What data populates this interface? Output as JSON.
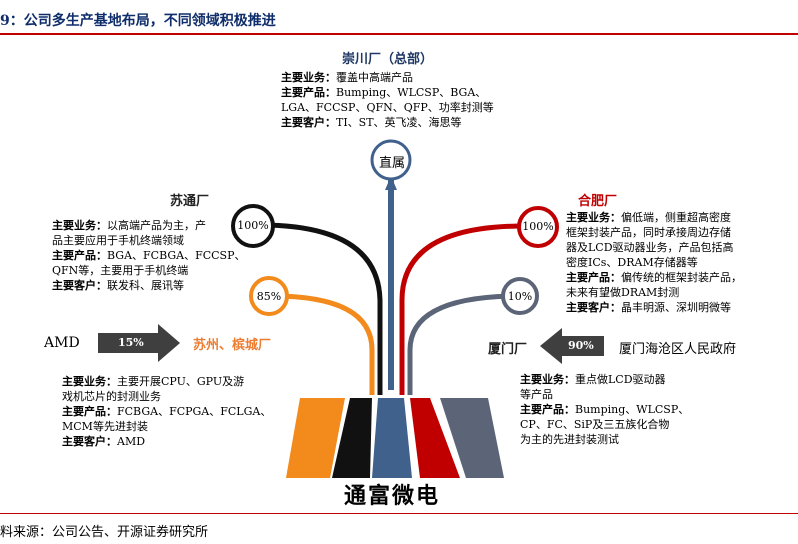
{
  "title": "9：公司多生产基地布局，不同领域积极推进",
  "source": "料来源：公司公告、开源证券研究所",
  "company": "通富微电",
  "direct_label": "直属",
  "plants": {
    "chongchuan": {
      "name": "崇川厂（总部）",
      "lines": [
        {
          "k": "主要业务：",
          "v": "覆盖中高端产品"
        },
        {
          "k": "主要产品：",
          "v": "Bumping、WLCSP、BGA、"
        },
        {
          "k": "",
          "v": "LGA、FCCSP、QFN、QFP、功率封测等"
        },
        {
          "k": "主要客户：",
          "v": "TI、ST、英飞凌、海思等"
        }
      ]
    },
    "sutong": {
      "name": "苏通厂",
      "pct": "100%",
      "lines": [
        {
          "k": "主要业务：",
          "v": "以高端产品为主，产"
        },
        {
          "k": "",
          "v": "品主要应用于手机终端领域"
        },
        {
          "k": "主要产品：",
          "v": "BGA、FCBGA、FCCSP、"
        },
        {
          "k": "",
          "v": "QFN等，主要用于手机终端"
        },
        {
          "k": "主要客户：",
          "v": "联发科、展讯等"
        }
      ]
    },
    "hefei": {
      "name": "合肥厂",
      "pct": "100%",
      "lines": [
        {
          "k": "主要业务：",
          "v": "偏低端，侧重超高密度"
        },
        {
          "k": "",
          "v": "框架封装产品，同时承接周边存储"
        },
        {
          "k": "",
          "v": "器及LCD驱动器业务，产品包括高"
        },
        {
          "k": "",
          "v": "密度ICs、DRAM存储器等"
        },
        {
          "k": "主要产品：",
          "v": "偏传统的框架封装产品，"
        },
        {
          "k": "",
          "v": "未来有望做DRAM封测"
        },
        {
          "k": "主要客户：",
          "v": "晶丰明源、深圳明微等"
        }
      ]
    },
    "suzhou": {
      "name": "苏州、槟城厂",
      "pct": "85%",
      "lines": [
        {
          "k": "主要业务：",
          "v": "主要开展CPU、GPU及游"
        },
        {
          "k": "",
          "v": "戏机芯片的封测业务"
        },
        {
          "k": "主要产品：",
          "v": "FCBGA、FCPGA、FCLGA、"
        },
        {
          "k": "",
          "v": "MCM等先进封装"
        },
        {
          "k": "主要客户：",
          "v": "AMD"
        }
      ]
    },
    "xiamen": {
      "name": "厦门厂",
      "pct": "10%",
      "lines": [
        {
          "k": "主要业务：",
          "v": "重点做LCD驱动器"
        },
        {
          "k": "",
          "v": "等产品"
        },
        {
          "k": "主要产品：",
          "v": "Bumping、WLCSP、"
        },
        {
          "k": "",
          "v": "CP、FC、SiP及三五族化合物"
        },
        {
          "k": "",
          "v": "为主的先进封装测试"
        }
      ]
    }
  },
  "partners": {
    "amd": {
      "name": "AMD",
      "pct": "15%"
    },
    "xiamen_gov": {
      "name": "厦门海沧区人民政府",
      "pct": "90%"
    }
  },
  "colors": {
    "blue": "#40618c",
    "red": "#c00000",
    "black": "#111111",
    "orange": "#f28a1c",
    "gray": "#5b6577",
    "arrow": "#3f3f3f"
  }
}
